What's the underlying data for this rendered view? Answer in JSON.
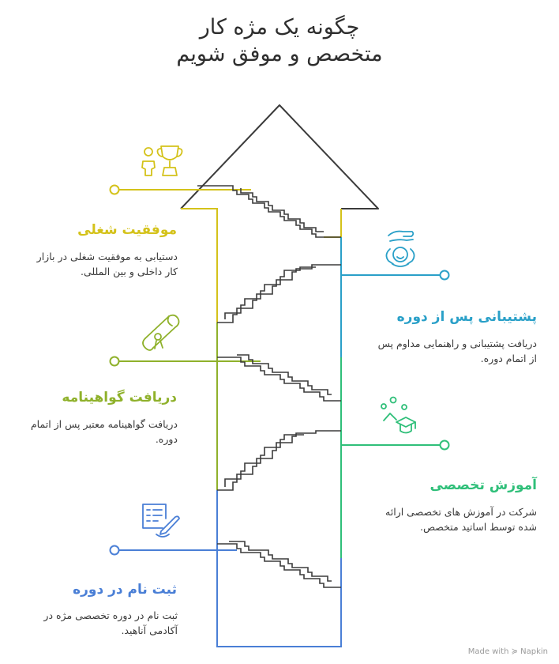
{
  "title": {
    "line1": "چگونه یک مژه کار",
    "line2": "متخصص و موفق شویم"
  },
  "colors": {
    "arrow": "#3b3b3b",
    "success": "#d4c21a",
    "support": "#2aa0c8",
    "certificate": "#8fb12b",
    "training": "#2fbf79",
    "enroll": "#4a7fd6"
  },
  "steps": [
    {
      "id": "success",
      "heading": "موفقیت شغلی",
      "description": "دستیابی به موفقیت شغلی در بازار کار داخلی و بین المللی.",
      "icon": "career-success-trophy-icon",
      "color": "#d4c21a"
    },
    {
      "id": "support",
      "heading": "پشتیبانی پس از دوره",
      "description": "دریافت پشتیبانی و راهنمایی مداوم پس از اتمام دوره.",
      "icon": "support-hand-icon",
      "color": "#2aa0c8"
    },
    {
      "id": "certificate",
      "heading": "دریافت گواهینامه",
      "description": "دریافت گواهینامه معتبر پس از اتمام دوره.",
      "icon": "diploma-certificate-icon",
      "color": "#8fb12b"
    },
    {
      "id": "training",
      "heading": "آموزش تخصصی",
      "description": "شرکت در آموزش های تخصصی ارائه شده توسط اساتید متخصص.",
      "icon": "graduation-cap-icon",
      "color": "#2fbf79"
    },
    {
      "id": "enroll",
      "heading": "ثبت نام در دوره",
      "description": "ثبت نام در دوره تخصصی مژه در آکادمی آناهید.",
      "icon": "registration-form-icon",
      "color": "#4a7fd6"
    }
  ],
  "watermark": "Made with ≽ Napkin"
}
